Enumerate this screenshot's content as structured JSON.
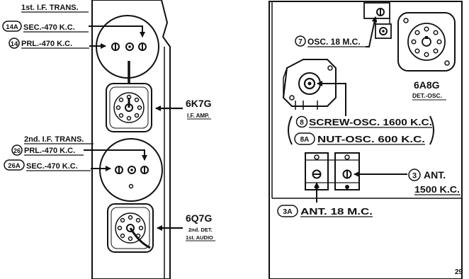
{
  "left_panel": {
    "if1": {
      "title": "1st. I.F. TRANS.",
      "sec_num": "14A",
      "sec_text": "SEC.-470 K.C.",
      "prl_num": "14",
      "prl_text": "PRL.-470 K.C."
    },
    "tube1": {
      "name": "6K7G",
      "function": "I.F. AMP."
    },
    "if2": {
      "title": "2nd. I.F. TRANS.",
      "prl_num": "26",
      "prl_text": "PRL.-470 K.C.",
      "sec_num": "26A",
      "sec_text": "SEC.-470 K.C."
    },
    "tube2": {
      "name": "6Q7G",
      "function1": "2nd. DET.",
      "function2": "1st. AUDIO"
    }
  },
  "right_panel": {
    "osc_trimmer": {
      "num": "7",
      "text": "OSC. 18 M.C."
    },
    "tube": {
      "name": "6A8G",
      "function": "DET.-OSC."
    },
    "screw": {
      "num": "8",
      "text": "SCREW-OSC. 1600 K.C."
    },
    "nut": {
      "num": "8A",
      "text": "NUT-OSC. 600 K.C."
    },
    "ant": {
      "num": "3",
      "text": "ANT.",
      "freq": "1500 K.C."
    },
    "ant_hf": {
      "num": "3A",
      "text": "ANT. 18 M.C."
    }
  },
  "page_number": "29"
}
